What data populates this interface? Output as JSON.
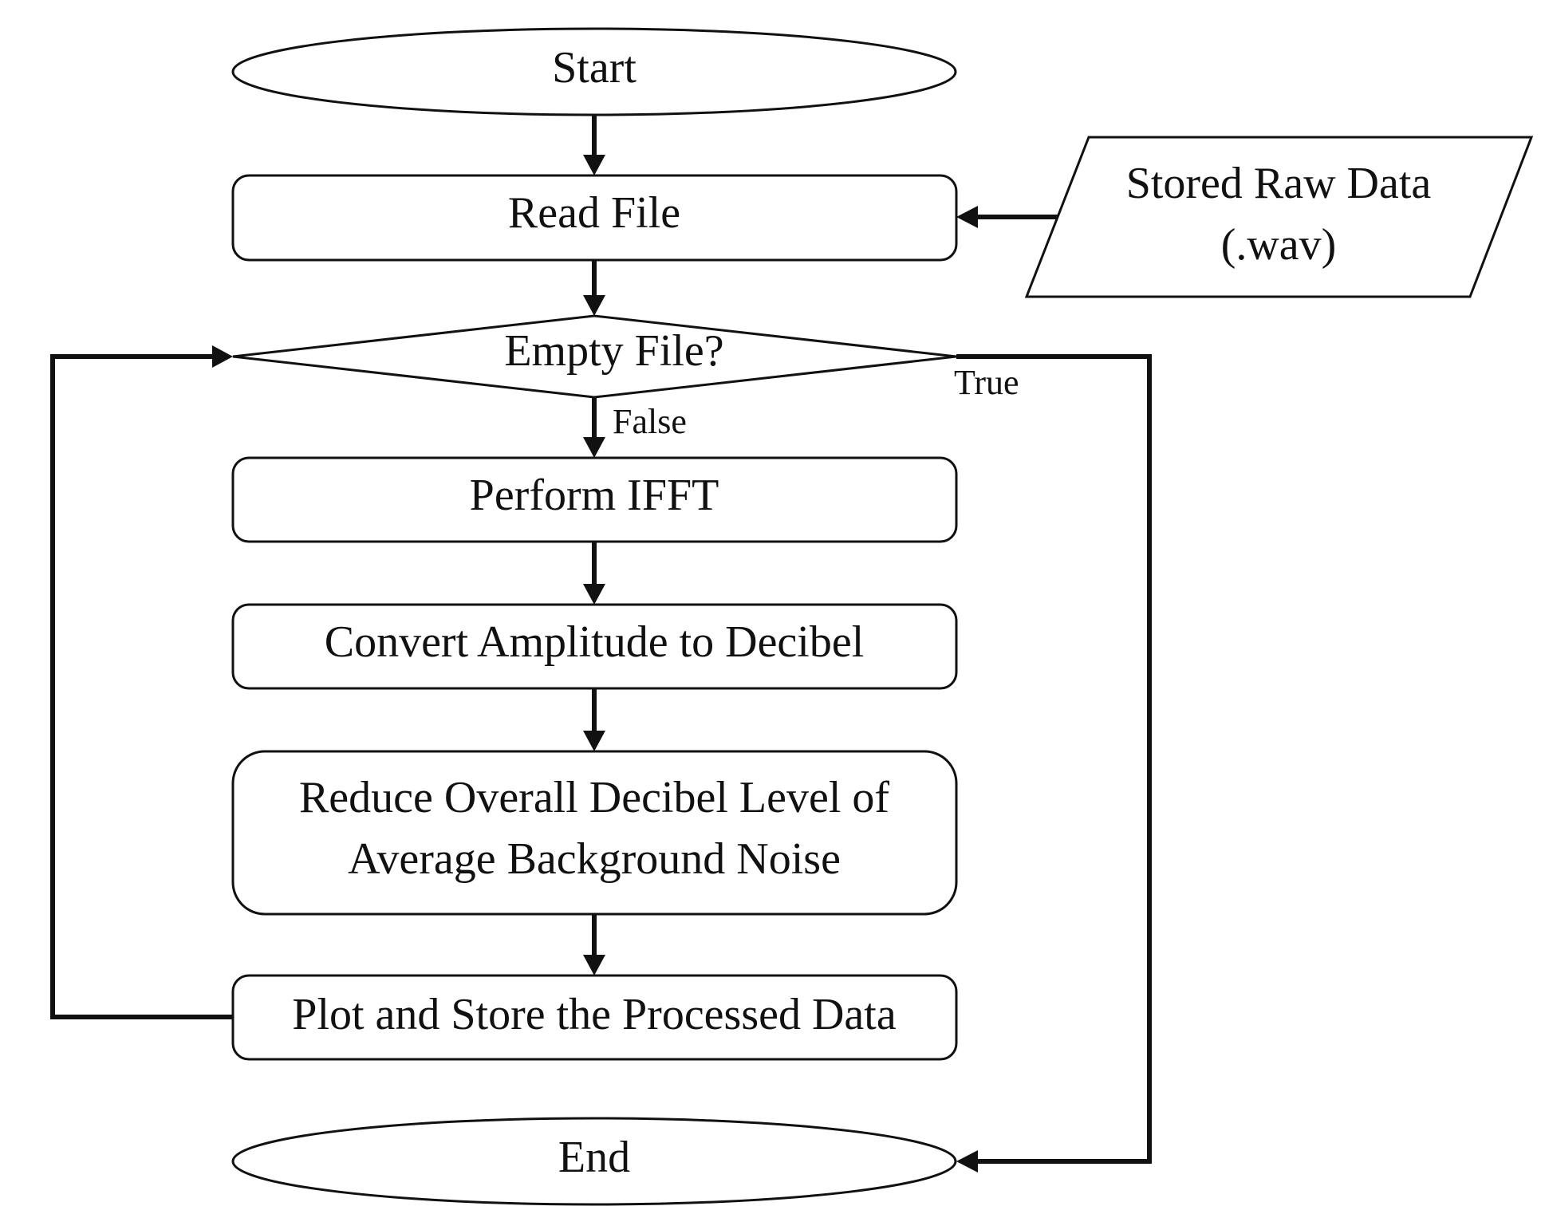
{
  "nodes": {
    "start": {
      "text": "Start"
    },
    "read_file": {
      "text": "Read File"
    },
    "stored_raw_data": {
      "line1": "Stored Raw Data",
      "line2": "(.wav)"
    },
    "empty_file": {
      "text": "Empty File?"
    },
    "perform_ifft": {
      "text": "Perform IFFT"
    },
    "convert_amplitude": {
      "text": "Convert Amplitude to Decibel"
    },
    "reduce_noise": {
      "line1": "Reduce Overall Decibel Level of",
      "line2": "Average Background Noise"
    },
    "plot_store": {
      "text": "Plot and Store the Processed Data"
    },
    "end": {
      "text": "End"
    }
  },
  "edges": {
    "false_label": "False",
    "true_label": "True"
  }
}
